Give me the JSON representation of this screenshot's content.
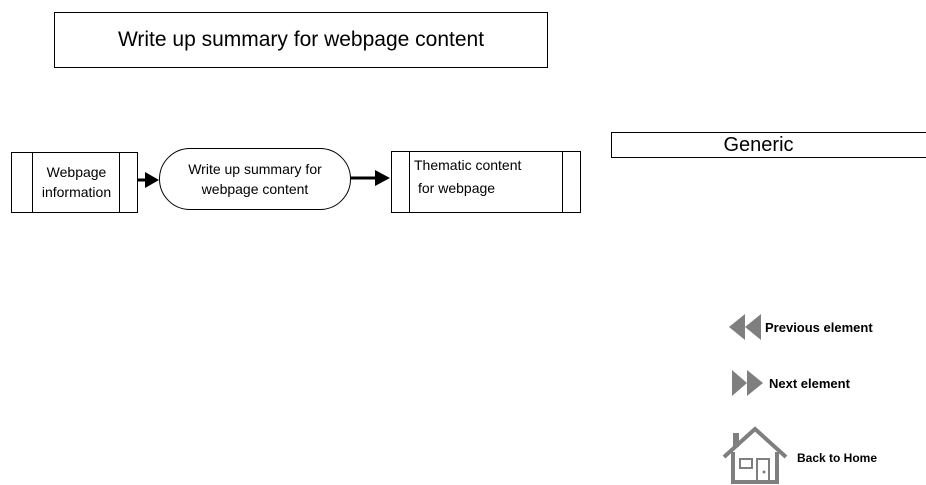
{
  "title": "Write up summary for webpage content",
  "generic_label": "Generic",
  "diagram": {
    "input_line1": "Webpage",
    "input_line2": "information",
    "process_line1": "Write up summary for",
    "process_line2": "webpage content",
    "output_line1": "Thematic content",
    "output_line2": "for webpage"
  },
  "nav": {
    "previous": "Previous element",
    "next": "Next element",
    "home": "Back to Home"
  },
  "colors": {
    "icon": "#7f7f7f"
  }
}
